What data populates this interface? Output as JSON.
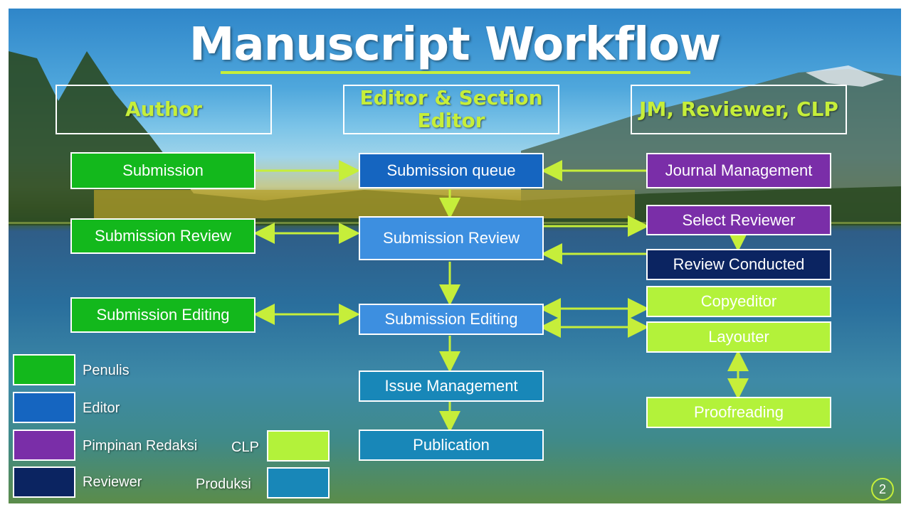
{
  "title": "Manuscript Workflow",
  "columns": {
    "author": "Author",
    "editor": "Editor & Section Editor",
    "jm": "JM, Reviewer, CLP"
  },
  "nodes": {
    "submission": "Submission",
    "submission_review_author": "Submission Review",
    "submission_editing_author": "Submission Editing",
    "submission_queue": "Submission queue",
    "submission_review_editor": "Submission Review",
    "submission_editing_editor": "Submission Editing",
    "issue_management": "Issue Management",
    "publication": "Publication",
    "journal_management": "Journal Management",
    "select_reviewer": "Select Reviewer",
    "review_conducted": "Review Conducted",
    "copyeditor": "Copyeditor",
    "layouter": "Layouter",
    "proofreading": "Proofreading"
  },
  "legend": {
    "penulis": "Penulis",
    "editor": "Editor",
    "pimpinan": "Pimpinan Redaksi",
    "reviewer": "Reviewer",
    "clp": "CLP",
    "produksi": "Produksi"
  },
  "colors": {
    "penulis": "#13b81c",
    "editor": "#1565c0",
    "pimpinan": "#7a2ea8",
    "reviewer": "#0b2461",
    "clp": "#b3f23a",
    "produksi": "#1887b8",
    "accent": "#c6ee3a"
  },
  "page_number": "2"
}
